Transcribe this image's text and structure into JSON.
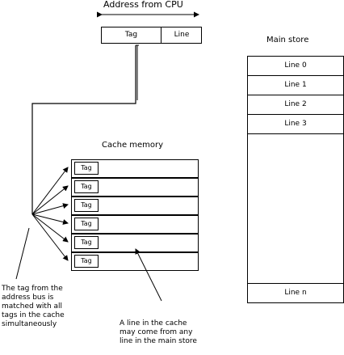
{
  "header": {
    "address_label": "Address from CPU",
    "tag_label": "Tag",
    "line_label": "Line"
  },
  "main_store": {
    "title": "Main store",
    "lines": [
      "Line 0",
      "Line 1",
      "Line 2",
      "Line 3"
    ],
    "last_line": "Line n"
  },
  "cache": {
    "title": "Cache memory",
    "tags": [
      "Tag",
      "Tag",
      "Tag",
      "Tag",
      "Tag",
      "Tag"
    ]
  },
  "notes": {
    "tag_match": "The tag from the\naddress bus is\nmatched with all\ntags in the cache\nsimultaneously",
    "line_any": "A line in the cache\nmay come from any\nline in the main store"
  }
}
